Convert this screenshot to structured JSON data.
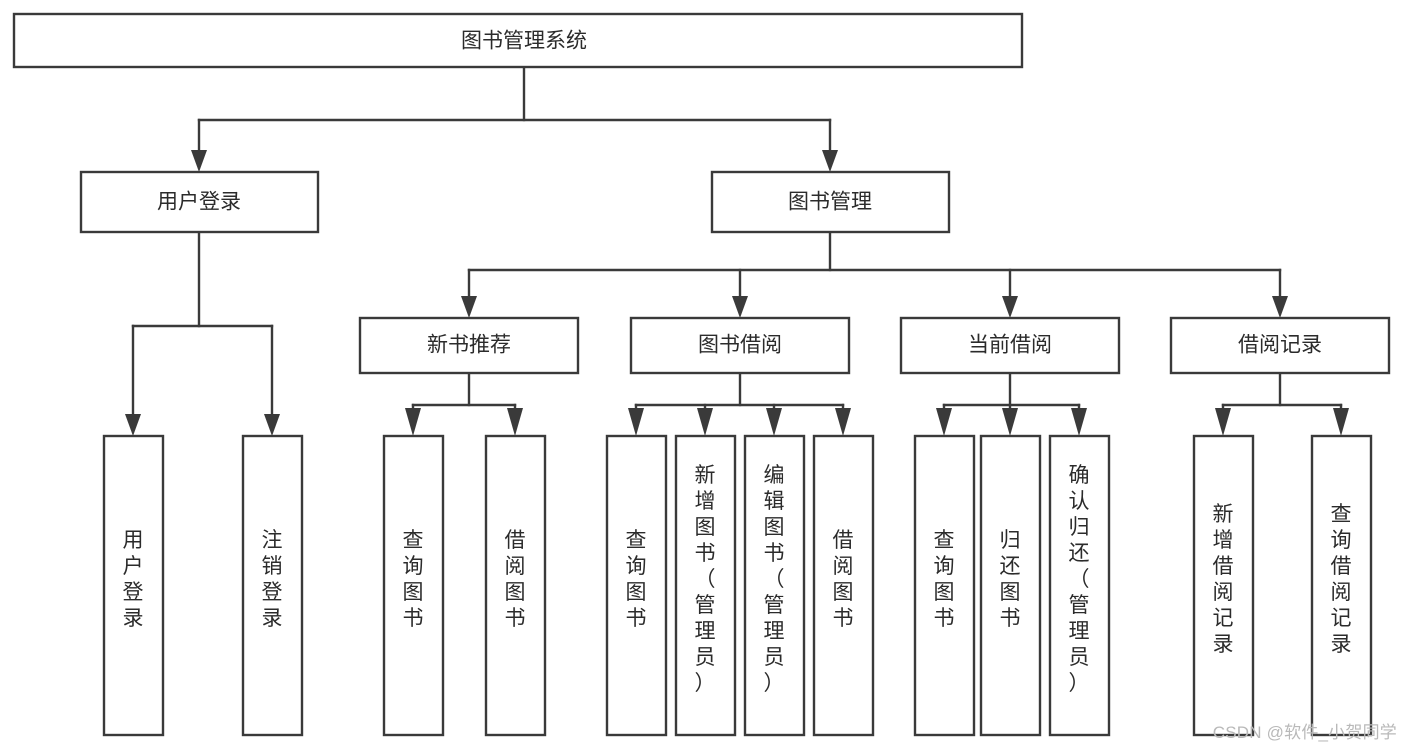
{
  "diagram": {
    "type": "tree-hierarchy",
    "title": "图书管理系统",
    "orientation": "top-down",
    "colors": {
      "box_stroke": "#3a3a3a",
      "box_fill": "#ffffff",
      "text": "#2b2b2b",
      "background": "#ffffff",
      "watermark": "#b9b9b9"
    },
    "nodes": {
      "root": {
        "label": "图书管理系统",
        "level": 0
      },
      "level1": [
        {
          "id": "user-login",
          "label": "用户登录"
        },
        {
          "id": "book-management",
          "label": "图书管理"
        }
      ],
      "level2": [
        {
          "id": "new-book-recommend",
          "label": "新书推荐",
          "parent": "book-management"
        },
        {
          "id": "book-borrow",
          "label": "图书借阅",
          "parent": "book-management"
        },
        {
          "id": "current-borrow",
          "label": "当前借阅",
          "parent": "book-management"
        },
        {
          "id": "borrow-record",
          "label": "借阅记录",
          "parent": "book-management"
        }
      ],
      "leaves": [
        {
          "id": "leaf-user-login",
          "label": "用户登录",
          "parent": "user-login"
        },
        {
          "id": "leaf-logout-login",
          "label": "注销登录",
          "parent": "user-login"
        },
        {
          "id": "leaf-query-book-1",
          "label": "查询图书",
          "parent": "new-book-recommend"
        },
        {
          "id": "leaf-borrow-book-1",
          "label": "借阅图书",
          "parent": "new-book-recommend"
        },
        {
          "id": "leaf-query-book-2",
          "label": "查询图书",
          "parent": "book-borrow"
        },
        {
          "id": "leaf-add-book",
          "label": "新增图书（管理员）",
          "parent": "book-borrow"
        },
        {
          "id": "leaf-edit-book",
          "label": "编辑图书（管理员）",
          "parent": "book-borrow"
        },
        {
          "id": "leaf-borrow-book-2",
          "label": "借阅图书",
          "parent": "book-borrow"
        },
        {
          "id": "leaf-query-book-3",
          "label": "查询图书",
          "parent": "current-borrow"
        },
        {
          "id": "leaf-return-book",
          "label": "归还图书",
          "parent": "current-borrow"
        },
        {
          "id": "leaf-confirm-return",
          "label": "确认归还（管理员）",
          "parent": "current-borrow"
        },
        {
          "id": "leaf-add-record",
          "label": "新增借阅记录",
          "parent": "borrow-record"
        },
        {
          "id": "leaf-query-record",
          "label": "查询借阅记录",
          "parent": "borrow-record"
        }
      ]
    },
    "watermark": "CSDN @软件_小贺同学"
  }
}
